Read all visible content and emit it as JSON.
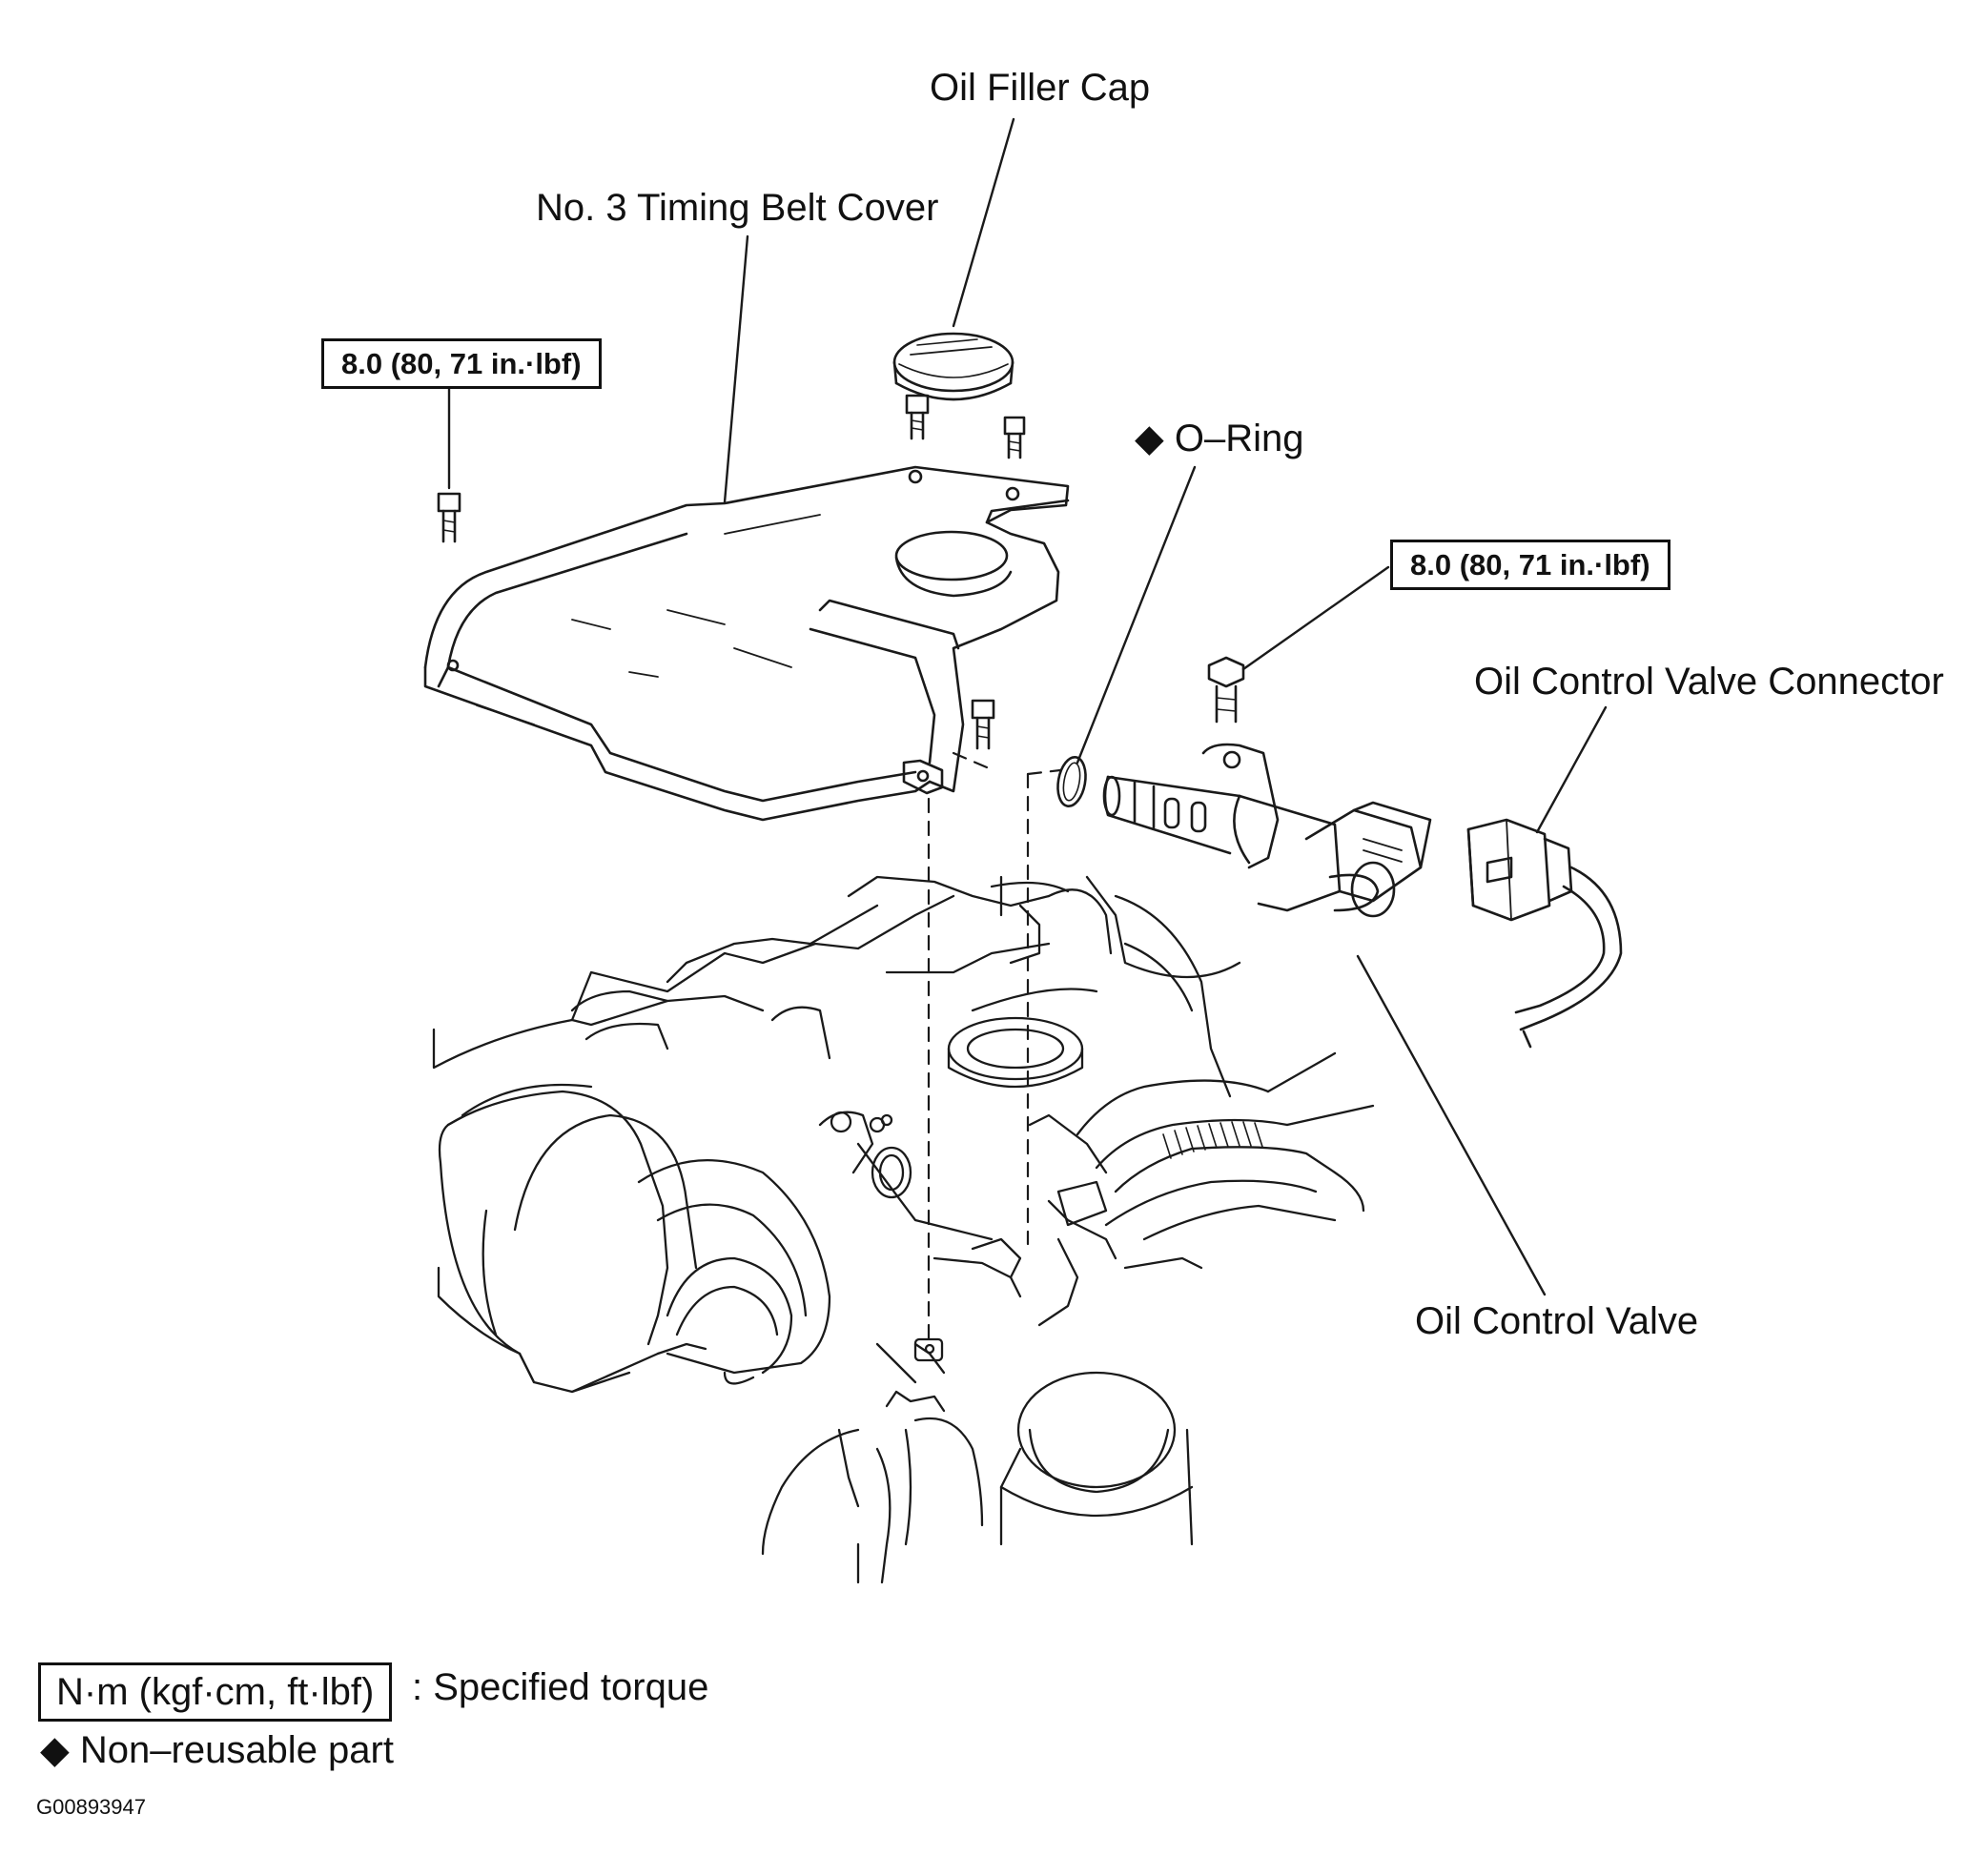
{
  "labels": {
    "oil_filler_cap": "Oil Filler Cap",
    "timing_belt_cover": "No. 3 Timing Belt Cover",
    "o_ring": "◆ O–Ring",
    "oil_control_valve_connector": "Oil Control Valve Connector",
    "oil_control_valve": "Oil Control Valve"
  },
  "torque_specs": {
    "cover_bolts": "8.0 (80, 71 in.·lbf)",
    "valve_bolt": "8.0 (80, 71 in.·lbf)"
  },
  "legend": {
    "torque_unit": "N·m (kgf·cm, ft·lbf)",
    "torque_desc": ": Specified torque",
    "non_reusable": "◆ Non–reusable part"
  },
  "figure_code": "G00893947"
}
